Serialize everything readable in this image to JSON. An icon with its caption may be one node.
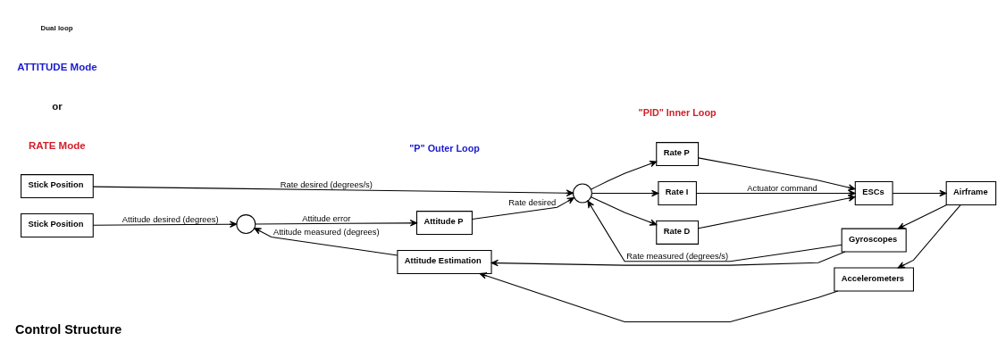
{
  "diagram": {
    "title": "Control Structure",
    "nodes": [
      {
        "text": [
          "Stick Position"
        ]
      },
      {
        "text": [
          "Stick Position"
        ]
      },
      {
        "text": [],
        "shape": "circle"
      },
      {
        "text": [
          "Attitude P"
        ]
      },
      {
        "text": [],
        "shape": "circle"
      },
      {
        "text": [
          "Rate P"
        ]
      },
      {
        "text": [
          "Rate I"
        ]
      },
      {
        "text": [
          "Rate D"
        ]
      },
      {
        "text": [
          "ESCs"
        ]
      },
      {
        "text": [
          "Airframe"
        ]
      },
      {
        "text": [
          "Gyroscopes"
        ]
      },
      {
        "text": [
          "Attitude Estimation"
        ]
      },
      {
        "text": [
          "Accelerometers"
        ]
      }
    ],
    "edges": [
      {
        "from": 0,
        "to": 4,
        "arrow": "to",
        "label": "Rate desired (degrees/s)"
      },
      {
        "from": 1,
        "to": 2,
        "arrow": "to",
        "label": "Attitude desired (degrees)"
      },
      {
        "from": 2,
        "to": 3,
        "arrow": "to",
        "label": "Attitude error"
      },
      {
        "from": 3,
        "to": 4,
        "arrow": "to",
        "label": "Rate desired"
      },
      {
        "from": 4,
        "to": 5,
        "arrow": "to"
      },
      {
        "from": 4,
        "to": 6,
        "arrow": "to"
      },
      {
        "from": 4,
        "to": 7,
        "arrow": "to"
      },
      {
        "from": 5,
        "to": 8,
        "arrow": "to"
      },
      {
        "from": 6,
        "to": 8,
        "arrow": "to",
        "label": "Actuator command"
      },
      {
        "from": 7,
        "to": 8,
        "arrow": "to"
      },
      {
        "from": 8,
        "to": 9,
        "arrow": "to"
      },
      {
        "from": 9,
        "to": 10,
        "arrow": "to"
      },
      {
        "from": 9,
        "to": 12,
        "arrow": "to"
      },
      {
        "from": 10,
        "to": 4,
        "arrow": "to",
        "label": "Rate measured (degrees/s)"
      },
      {
        "from": 10,
        "to": 11,
        "arrow": "to"
      },
      {
        "from": 12,
        "to": 11,
        "arrow": "to"
      },
      {
        "from": 11,
        "to": 2,
        "arrow": "to",
        "label": "Attitude measured (degrees)"
      }
    ],
    "labels": [
      "RATE Mode",
      "or",
      "ATTITUDE Mode",
      "\"P\" Outer Loop",
      "\"PID\" Inner Loop",
      "Dual loop"
    ]
  }
}
